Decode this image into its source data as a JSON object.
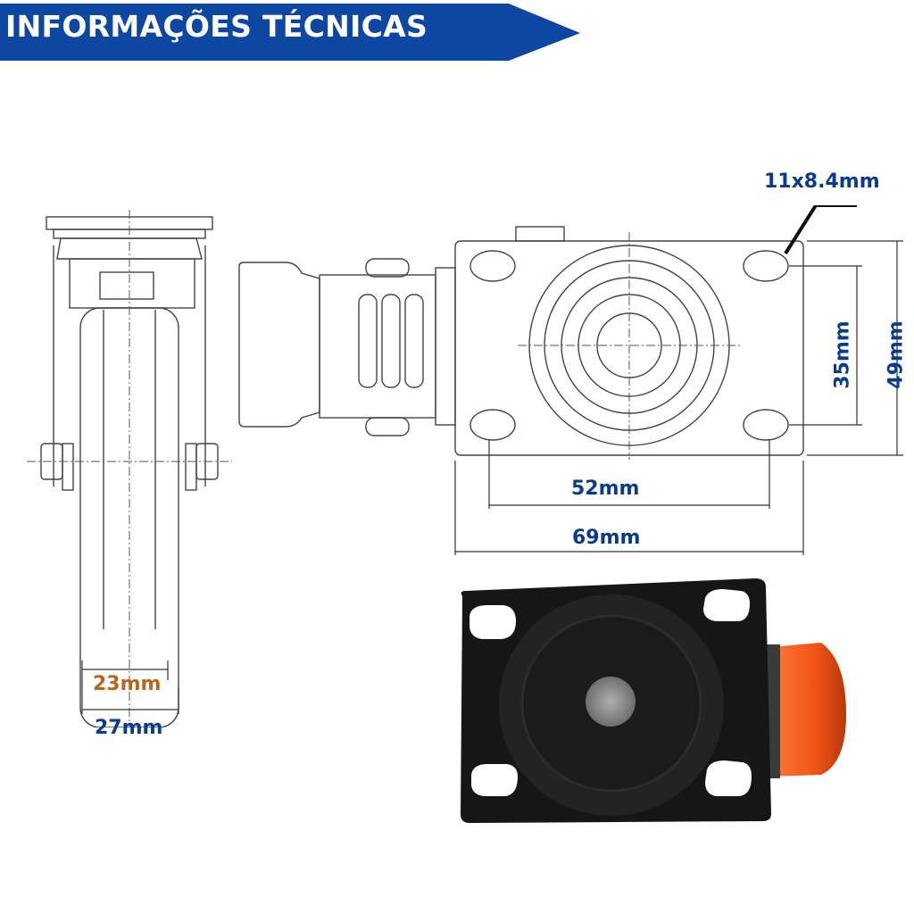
{
  "header": {
    "title": "INFORMAÇÕES TÉCNICAS",
    "banner_color": "#0d47a1"
  },
  "dimensions": {
    "hole_size": "11x8.4mm",
    "hole_spacing_vertical": "35mm",
    "plate_height": "49mm",
    "hole_spacing_horizontal": "52mm",
    "plate_width": "69mm",
    "wheel_width": "23mm",
    "total_width": "27mm"
  },
  "colors": {
    "dimension_text": "#0b3c8c",
    "wheel_width_text": "#b8661f",
    "wheel_orange": "#f4511e",
    "plate_black": "#1a1a1a"
  }
}
